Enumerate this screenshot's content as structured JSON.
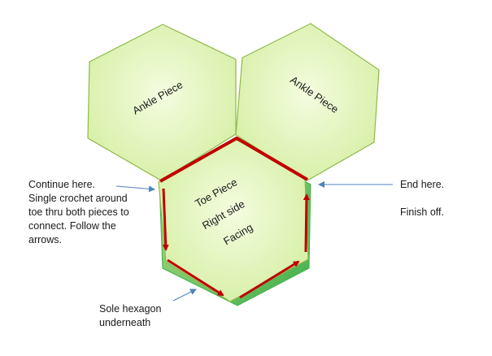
{
  "diagram": {
    "ankle_left_label": "Ankle Piece",
    "ankle_right_label": "Ankle Piece",
    "toe": {
      "line1": "Toe Piece",
      "line2": "Right side",
      "line3": "Facing"
    },
    "notes": {
      "continue_lines": [
        "Continue here.",
        "Single crochet around",
        "toe thru both pieces to",
        "connect.  Follow the",
        "arrows."
      ],
      "end_here": "End here.",
      "finish_off": "Finish off.",
      "sole_lines": [
        "Sole hexagon",
        "underneath"
      ]
    },
    "colors": {
      "hex_fill_light": "#f2fbd9",
      "hex_fill_mid": "#d6f0a4",
      "hex_stroke": "#8fb94a",
      "sole_green": "#3fae4a",
      "arrow_red": "#c00000",
      "pointer_blue": "#4f81bd"
    }
  }
}
